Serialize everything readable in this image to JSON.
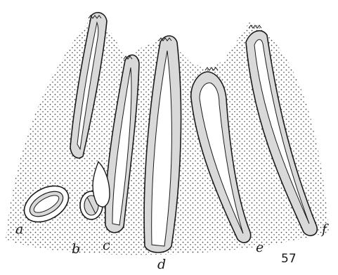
{
  "figure": {
    "number": "57",
    "labels": {
      "a": "a",
      "b": "b",
      "c": "c",
      "d": "d",
      "e": "e",
      "f": "f"
    }
  },
  "colors": {
    "background": "#ffffff",
    "ink": "#1a1a1a",
    "stipple": "#4a4a4a",
    "gland_wall": "#d9d9d9"
  }
}
